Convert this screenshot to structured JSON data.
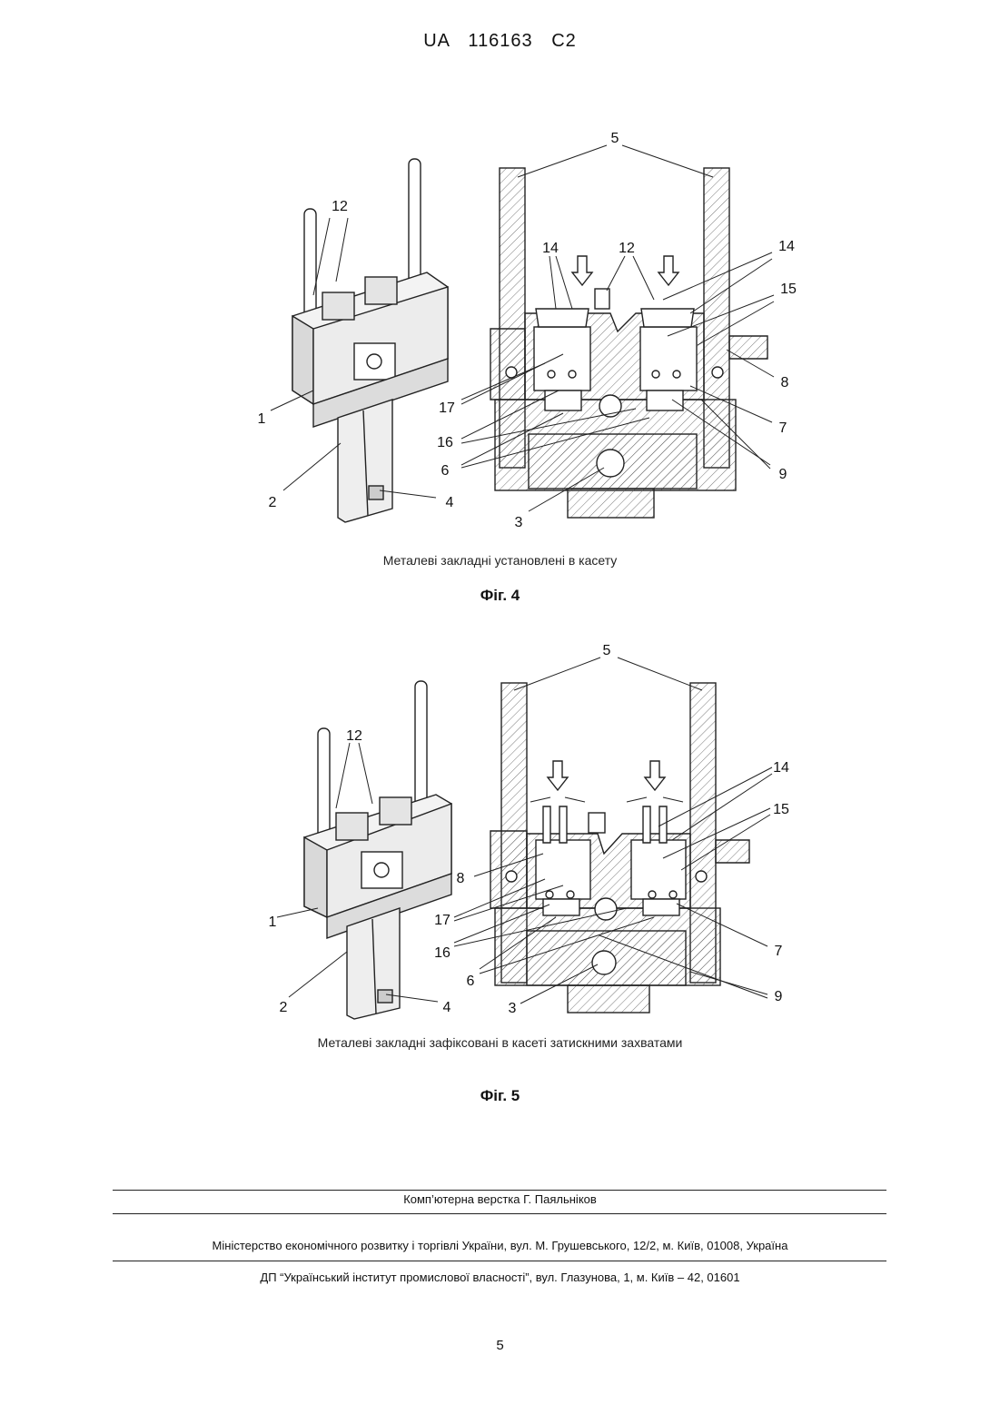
{
  "header": {
    "doc_id": "UA   116163   C2"
  },
  "figure4": {
    "caption": "Металеві закладні установлені в касету",
    "name": "Фіг. 4",
    "left_labels": {
      "l12": "12",
      "l1": "1",
      "l2": "2",
      "l4": "4"
    },
    "right_labels": {
      "l5": "5",
      "l14a": "14",
      "l12": "12",
      "l14b": "14",
      "l15": "15",
      "l8": "8",
      "l17": "17",
      "l16": "16",
      "l6": "6",
      "l7": "7",
      "l9": "9",
      "l3": "3"
    }
  },
  "figure5": {
    "caption": "Металеві закладні зафіксовані в касеті затискними захватами",
    "name": "Фіг. 5",
    "left_labels": {
      "l12": "12",
      "l1": "1",
      "l2": "2",
      "l4": "4"
    },
    "right_labels": {
      "l5": "5",
      "l14": "14",
      "l15": "15",
      "l8": "8",
      "l17": "17",
      "l16": "16",
      "l6": "6",
      "l7": "7",
      "l9": "9",
      "l3": "3"
    }
  },
  "footer": {
    "typesetting": "Комп’ютерна верстка Г. Паяльніков",
    "ministry": "Міністерство економічного розвитку і торгівлі України, вул. М. Грушевського, 12/2, м. Київ, 01008, Україна",
    "institute": "ДП “Український інститут промислової власності”, вул. Глазунова, 1, м. Київ – 42, 01601"
  },
  "page_number": "5"
}
